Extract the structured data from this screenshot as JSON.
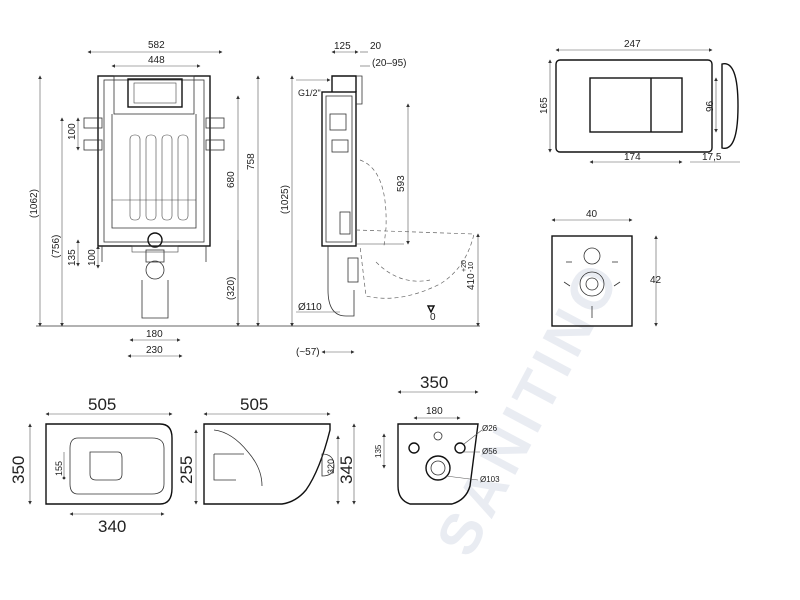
{
  "watermark": "SANITINO",
  "frame_front": {
    "w_outer": "582",
    "w_inner": "448",
    "h_total": "(1062)",
    "h_lower": "(756)",
    "h_758": "758",
    "h_680": "680",
    "h_320": "(320)",
    "d_100_side": "100",
    "d_135": "135",
    "d_100_bottom": "100",
    "w_180": "180",
    "w_230": "230"
  },
  "frame_side": {
    "d_125": "125",
    "d_20": "20",
    "d_range": "(20–95)",
    "thread": "G1/2\"",
    "h_1025": "(1025)",
    "h_593": "593",
    "h_410": "410",
    "tol_plus": "+20",
    "tol_minus": "-10",
    "pipe": "Ø110",
    "floor": "0",
    "depth": "(~57)"
  },
  "flush_plate": {
    "width": "247",
    "height": "165",
    "button_h": "96",
    "button_w": "174",
    "thickness": "17,5"
  },
  "gasket_plate": {
    "width": "40",
    "height": "42"
  },
  "bowl_top": {
    "length": "505",
    "width": "350",
    "d_155": "155",
    "d_340": "340"
  },
  "bowl_side": {
    "length": "505",
    "h_255": "255",
    "h_320": "320",
    "h_345": "345"
  },
  "bowl_back": {
    "width": "350",
    "spacing": "180",
    "h_135": "135",
    "hole_small": "Ø26",
    "hole_mid": "Ø56",
    "hole_big": "Ø103"
  }
}
